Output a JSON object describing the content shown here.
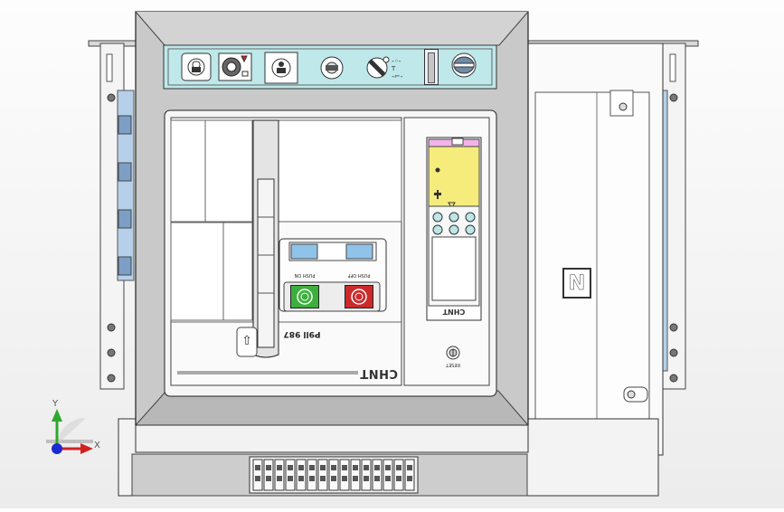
{
  "viewport": {
    "background_top": "#fdfdfd",
    "background_bottom": "#ececec"
  },
  "colors": {
    "frame_body": "#c9c9c9",
    "frame_light": "#eaeaea",
    "control_panel": "#bfe8ea",
    "side_rail_blue": "#b6d0ea",
    "trip_unit_yellow": "#f5ec7c",
    "trip_unit_pink": "#f2b3e8",
    "trip_unit_led": "#bde6ea",
    "push_on_green": "#3cb03c",
    "push_off_red": "#cc2a2a",
    "axis_x": "#d12020",
    "axis_y": "#2ea82e",
    "axis_origin": "#1a2ad0"
  },
  "breaker": {
    "brand_text": "CHNT",
    "trip_unit_brand": "CHNT",
    "model_text": "P9ll 987",
    "push_on_label": "PUSH ON",
    "push_off_label": "PUSH OFF",
    "reset_label": "RESET",
    "neutral_label": "N",
    "charge_arrow": "⇧"
  },
  "triad": {
    "x_label": "X",
    "y_label": "Y"
  },
  "icons": [
    "padlock-icon",
    "key-lock-icon",
    "position-indicator-icon",
    "selector-switch-icon",
    "rotary-knob-icon",
    "neutral-pole-icon"
  ]
}
